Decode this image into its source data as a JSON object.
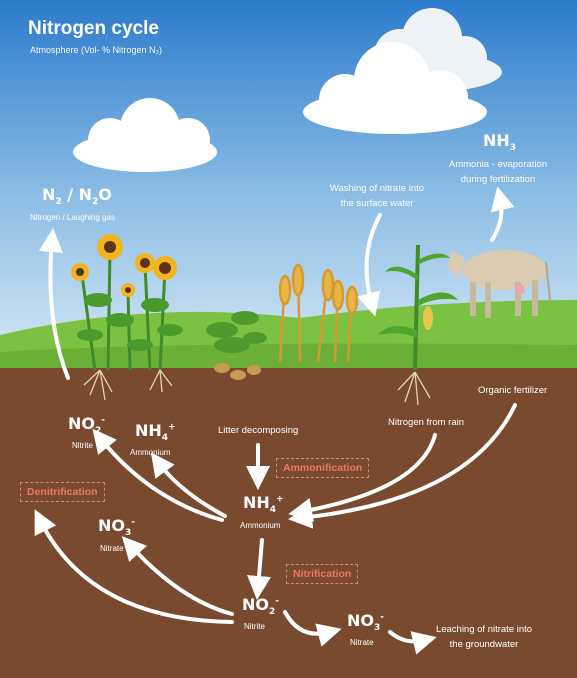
{
  "title": "Nitrogen cycle",
  "subtitle": "Atmosphere (Vol- % Nitrogen N₂)",
  "n2": {
    "formula_a": "N",
    "sub_a": "2",
    "sep": " / N",
    "sub_b": "2",
    "end": "O",
    "label": "Nitrogen / Laughing gas"
  },
  "nh3": {
    "formula": "NH",
    "sub": "3",
    "label_line1": "Ammonia - evaporation",
    "label_line2": "during fertilization"
  },
  "washing": {
    "line1": "Washing of nitrate into",
    "line2": "the surface water"
  },
  "no2_top": {
    "formula": "NO",
    "sub": "2",
    "sup": "-",
    "label": "Nitrite"
  },
  "nh4_top": {
    "formula": "NH",
    "sub": "4",
    "sup": "+",
    "label": "Ammonium"
  },
  "litter": "Litter decomposing",
  "nitrogen_rain": "Nitrogen from rain",
  "organic_fertilizer": "Organic fertilizer",
  "ammonification": "Ammonification",
  "denitrification": "Denitrification",
  "nh4_center": {
    "formula": "NH",
    "sub": "4",
    "sup": "+",
    "label": "Ammonium"
  },
  "no3_left": {
    "formula": "NO",
    "sub": "3",
    "sup": "-",
    "label": "Nitrate"
  },
  "nitrification": "Nitrification",
  "no2_bottom": {
    "formula": "NO",
    "sub": "2",
    "sup": "-",
    "label": "Nitrite"
  },
  "no3_bottom": {
    "formula": "NO",
    "sub": "3",
    "sup": "-",
    "label": "Nitrate"
  },
  "leaching": {
    "line1": "Leaching of nitrate into",
    "line2": "the groundwater"
  },
  "colors": {
    "sky_top": "#2f7fd0",
    "sky_bottom": "#cfe5f4",
    "grass": "#7cc242",
    "soil": "#7a4a2e",
    "accent": "#e8795e"
  }
}
